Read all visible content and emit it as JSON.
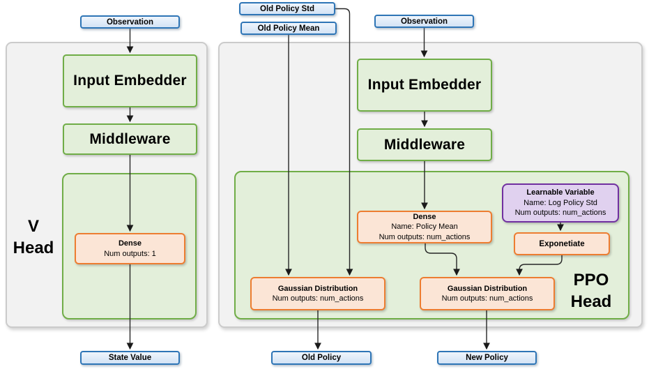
{
  "colors": {
    "io_border": "#2E75B6",
    "io_fill": "#DCE9F7",
    "green_border": "#70AD47",
    "green_fill": "#E3EFDA",
    "orange_border": "#ED7D31",
    "orange_fill": "#FBE5D6",
    "purple_border": "#7030A0",
    "purple_fill": "#E0D1EF",
    "panel_fill": "#F2F2F2",
    "connector": "#262626"
  },
  "v_head": {
    "label_line1": "V",
    "label_line2": "Head",
    "observation_label": "Observation",
    "input_embedder_label": "Input Embedder",
    "middleware_label": "Middleware",
    "dense": {
      "title": "Dense",
      "line1": "Num outputs: 1"
    },
    "output_label": "State Value"
  },
  "ppo_head": {
    "label_line1": "PPO",
    "label_line2": "Head",
    "old_policy_std_label": "Old Policy Std",
    "old_policy_mean_label": "Old Policy Mean",
    "observation_label": "Observation",
    "input_embedder_label": "Input Embedder",
    "middleware_label": "Middleware",
    "dense": {
      "title": "Dense",
      "line1": "Name: Policy Mean",
      "line2": "Num outputs: num_actions"
    },
    "learnable_variable": {
      "title": "Learnable Variable",
      "line1": "Name: Log Policy Std",
      "line2": "Num outputs: num_actions"
    },
    "exponetiate_label": "Exponetiate",
    "gaussian_old": {
      "title": "Gaussian Distribution",
      "line1": "Num outputs: num_actions"
    },
    "gaussian_new": {
      "title": "Gaussian Distribution",
      "line1": "Num outputs: num_actions"
    },
    "old_policy_output_label": "Old Policy",
    "new_policy_output_label": "New Policy"
  }
}
